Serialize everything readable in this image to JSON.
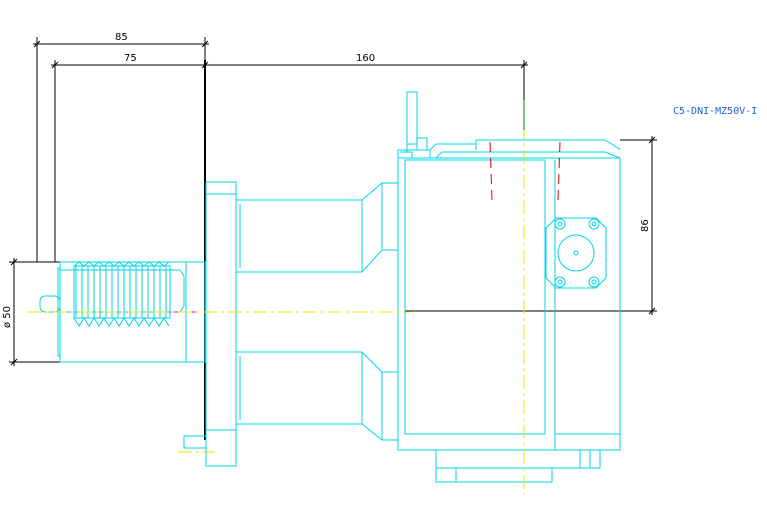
{
  "drawing": {
    "part_label": "C5-DNI-MZ50V-I",
    "colors": {
      "outline": "#00d4e6",
      "dimension": "#000000",
      "centerline": "#e8e800",
      "hidden_line": "#e00000",
      "label": "#1e5fd6"
    }
  },
  "dimensions": {
    "overall_length": "85",
    "shank_length": "75",
    "offset_length": "160",
    "height": "86",
    "diameter": "ø 50"
  }
}
